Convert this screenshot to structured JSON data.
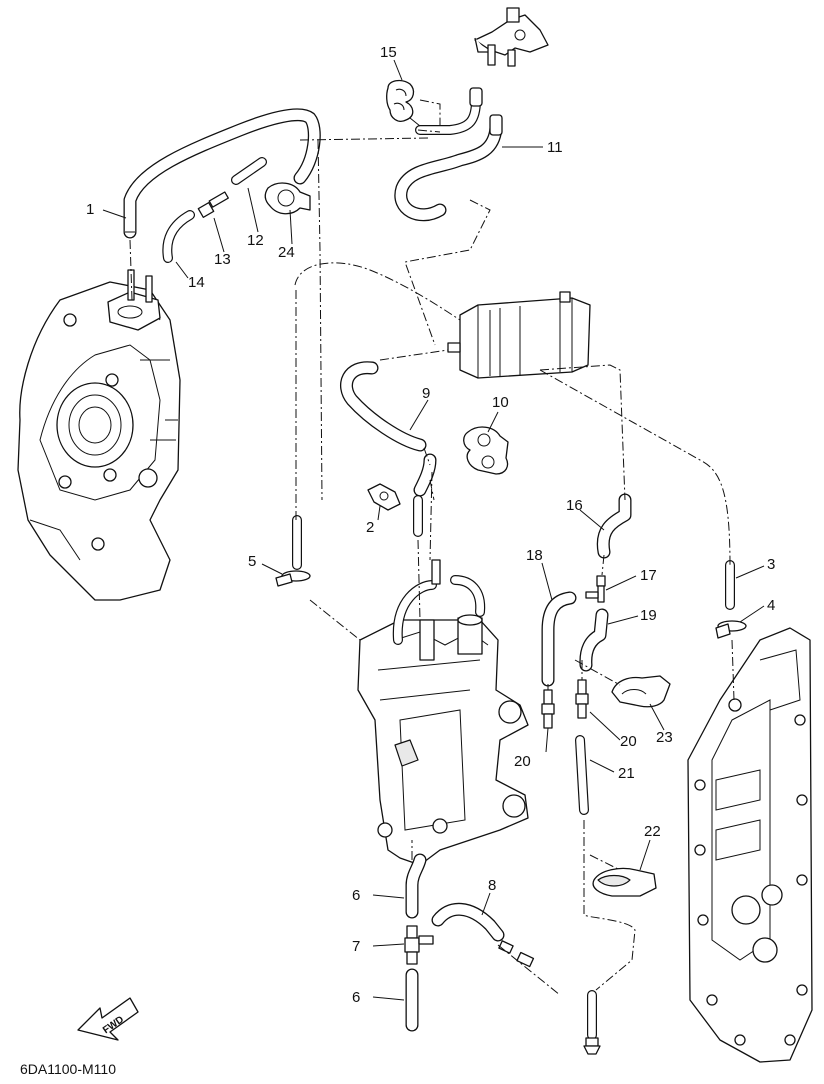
{
  "diagram_code": "6DA1100-M110",
  "direction_label": "FWD",
  "callouts": [
    {
      "id": "c1",
      "label": "1"
    },
    {
      "id": "c2",
      "label": "2"
    },
    {
      "id": "c3",
      "label": "3"
    },
    {
      "id": "c4",
      "label": "4"
    },
    {
      "id": "c5",
      "label": "5"
    },
    {
      "id": "c6a",
      "label": "6"
    },
    {
      "id": "c6b",
      "label": "6"
    },
    {
      "id": "c7",
      "label": "7"
    },
    {
      "id": "c8",
      "label": "8"
    },
    {
      "id": "c9",
      "label": "9"
    },
    {
      "id": "c10",
      "label": "10"
    },
    {
      "id": "c11",
      "label": "11"
    },
    {
      "id": "c12",
      "label": "12"
    },
    {
      "id": "c13",
      "label": "13"
    },
    {
      "id": "c14",
      "label": "14"
    },
    {
      "id": "c15",
      "label": "15"
    },
    {
      "id": "c16",
      "label": "16"
    },
    {
      "id": "c17",
      "label": "17"
    },
    {
      "id": "c18",
      "label": "18"
    },
    {
      "id": "c19",
      "label": "19"
    },
    {
      "id": "c20a",
      "label": "20"
    },
    {
      "id": "c20b",
      "label": "20"
    },
    {
      "id": "c21",
      "label": "21"
    },
    {
      "id": "c22",
      "label": "22"
    },
    {
      "id": "c23",
      "label": "23"
    },
    {
      "id": "c24",
      "label": "24"
    }
  ]
}
